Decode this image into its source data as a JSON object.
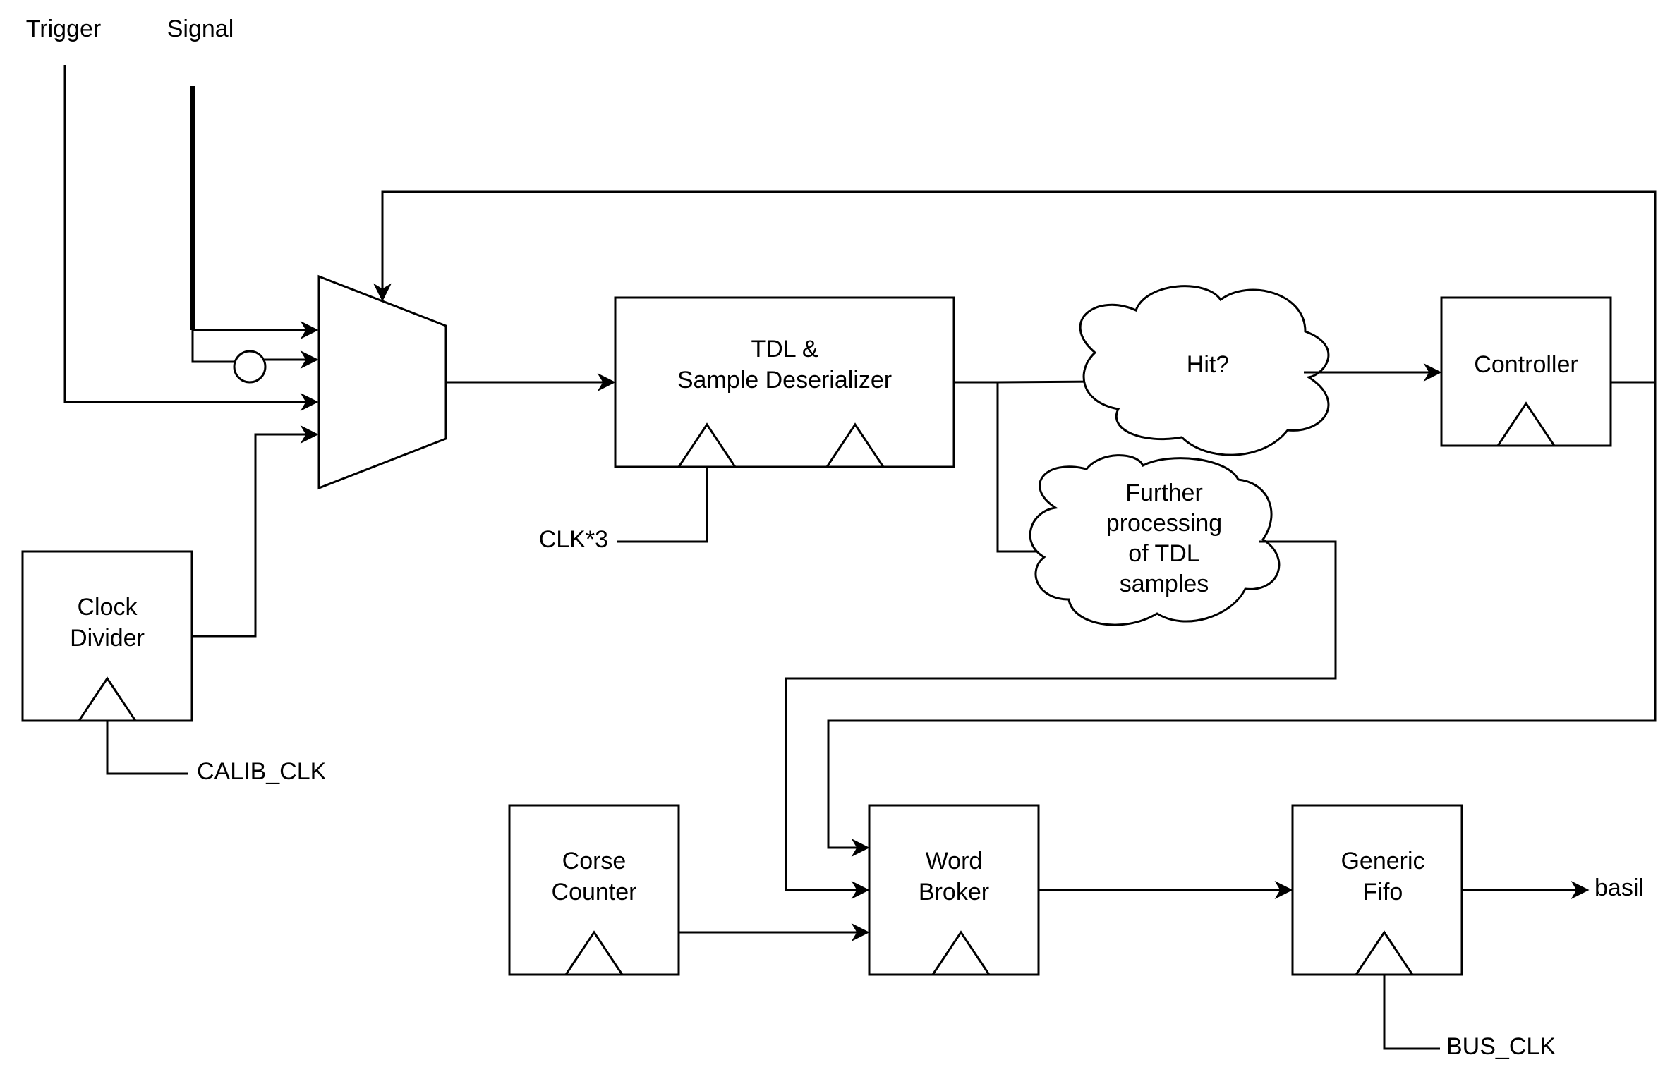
{
  "inputs": {
    "trigger": "Trigger",
    "signal": "Signal"
  },
  "blocks": {
    "tdl_line1": "TDL &",
    "tdl_line2": "Sample Deserializer",
    "hit": "Hit?",
    "controller": "Controller",
    "further_1": "Further",
    "further_2": "processing",
    "further_3": "of TDL",
    "further_4": "samples",
    "clock_divider_1": "Clock",
    "clock_divider_2": "Divider",
    "corse_counter_1": "Corse",
    "corse_counter_2": "Counter",
    "word_broker_1": "Word",
    "word_broker_2": "Broker",
    "generic_fifo_1": "Generic",
    "generic_fifo_2": "Fifo"
  },
  "clocks": {
    "clk3": "CLK*3",
    "calib_clk": "CALIB_CLK",
    "bus_clk": "BUS_CLK"
  },
  "outputs": {
    "basil": "basil"
  }
}
